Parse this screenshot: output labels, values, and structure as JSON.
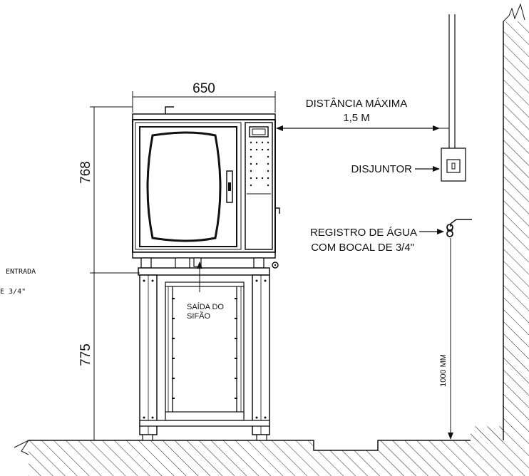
{
  "dimensions": {
    "width": "650",
    "oven_height": "768",
    "stand_height": "775",
    "water_height": "1000 MM"
  },
  "labels": {
    "max_distance_line1": "DISTÂNCIA MÁXIMA",
    "max_distance_line2": "1,5 M",
    "breaker": "DISJUNTOR",
    "water_valve_line1": "REGISTRO DE ÁGUA",
    "water_valve_line2": "COM BOCAL DE 3/4\"",
    "drain_line1": "SAÍDA DO",
    "drain_line2": "SIFÃO",
    "inlet_line1": "ENTRADA",
    "inlet_line2": "E 3/4\""
  },
  "colors": {
    "line": "#111111",
    "hatch": "#222222",
    "background": "#ffffff"
  }
}
